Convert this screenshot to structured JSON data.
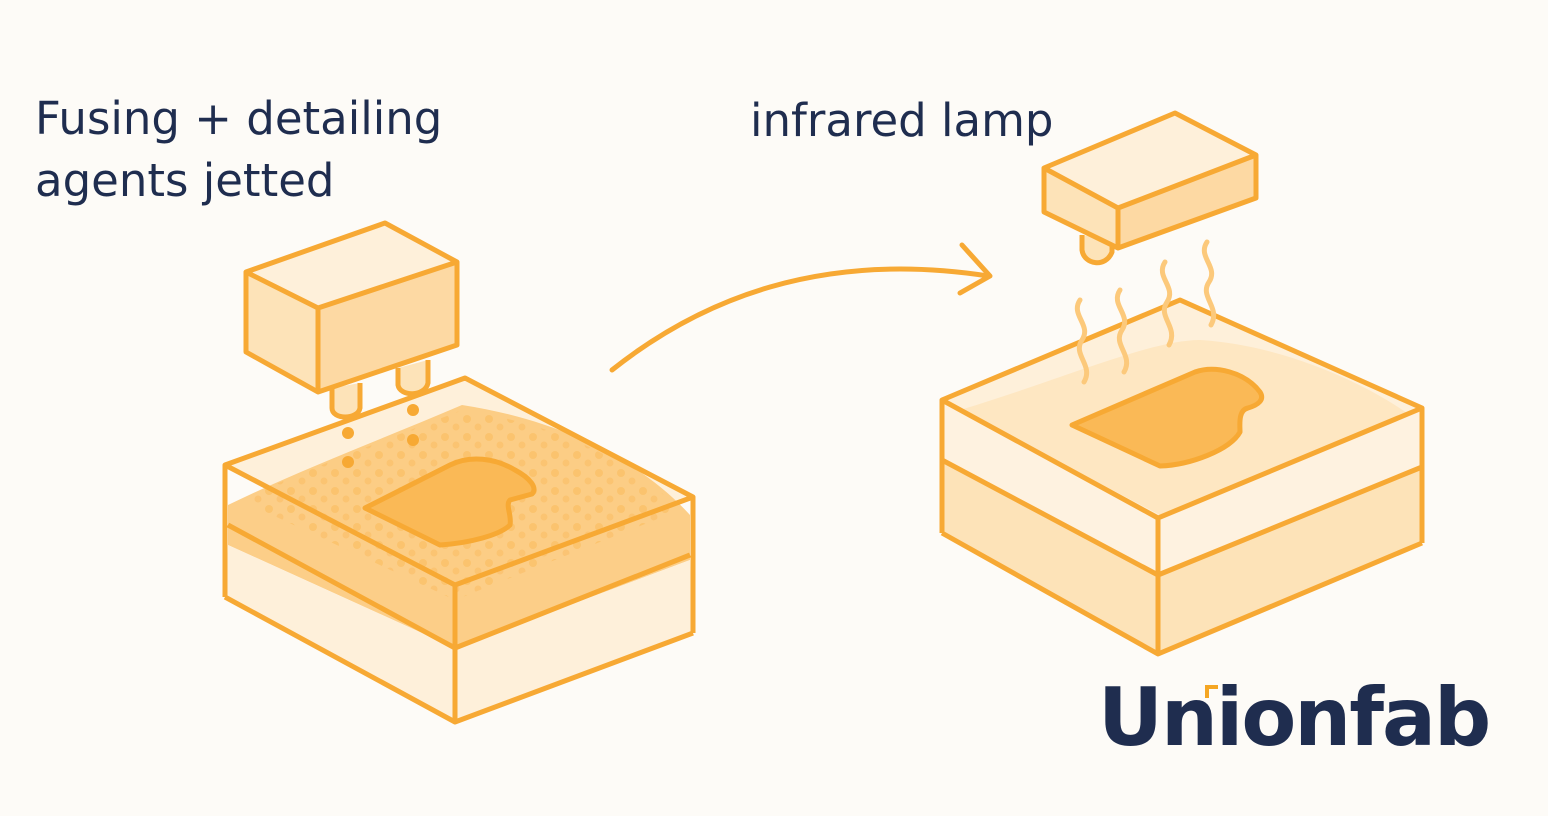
{
  "labels": {
    "left_line1": "Fusing + detailing",
    "left_line2": "agents jetted",
    "right": "infrared lamp"
  },
  "logo": {
    "text": "Unionfab"
  },
  "colors": {
    "background": "#fdfbf7",
    "stroke": "#f7a934",
    "fill_light": "#fde3b8",
    "fill_mid": "#fcc97b",
    "fill_pale": "#fef0da",
    "text": "#1f2d4f",
    "logo_accent": "#f5a623"
  }
}
